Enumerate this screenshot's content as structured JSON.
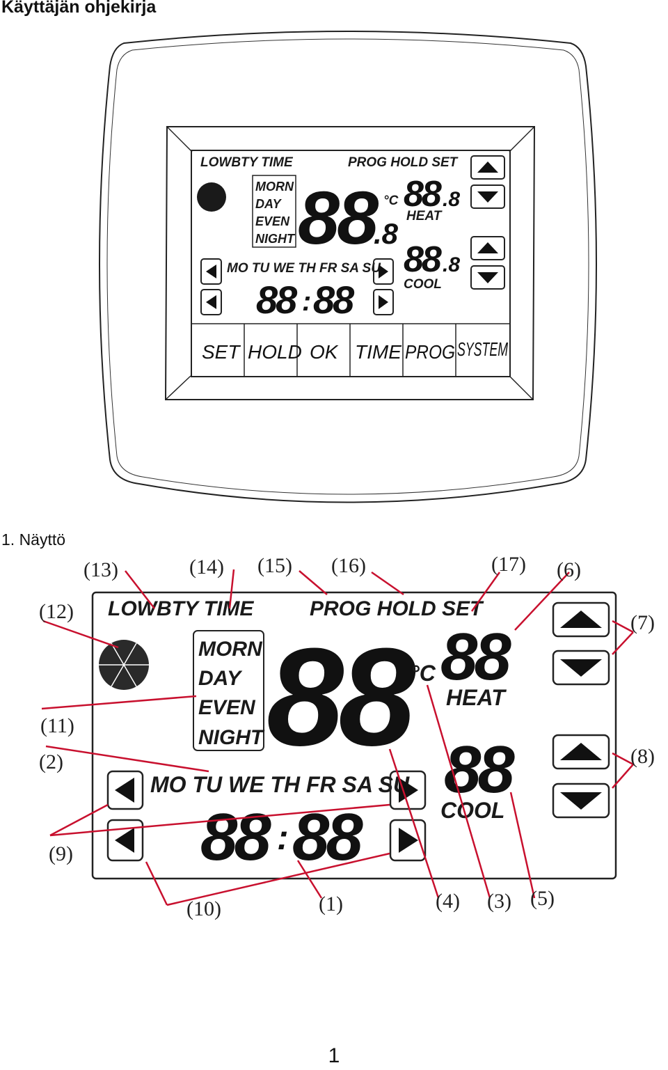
{
  "document": {
    "title": "Käyttäjän ohjekirja",
    "section_heading": "1. Näyttö",
    "page_number": "1"
  },
  "device": {
    "status_left": "LOWBTY TIME",
    "status_right": "PROG HOLD SET",
    "periods": [
      "MORN",
      "DAY",
      "EVEN",
      "NIGHT"
    ],
    "main_digits": "88",
    "main_decimal": ".8",
    "unit": "°C",
    "heat_digits": "88",
    "heat_decimal": ".8",
    "heat_label": "HEAT",
    "cool_digits": "88",
    "cool_decimal": ".8",
    "cool_label": "COOL",
    "days": "MO TU WE TH FR SA SU",
    "clock_hours": "88",
    "clock_sep": ":",
    "clock_minutes": "88",
    "buttons": [
      "SET",
      "HOLD",
      "OK",
      "TIME",
      "PROG",
      "SYSTEM"
    ]
  },
  "diagram": {
    "status_left": "LOWBTY TIME",
    "status_right": "PROG HOLD SET",
    "periods": [
      "MORN",
      "DAY",
      "EVEN",
      "NIGHT"
    ],
    "main_digits": "88",
    "unit": "°C",
    "heat_digits": "88",
    "heat_label": "HEAT",
    "cool_digits": "88",
    "cool_label": "COOL",
    "days": "MO TU WE TH FR SA SU",
    "clock_hours": "88",
    "clock_sep": ":",
    "clock_minutes": "88",
    "callouts": {
      "c1": "(1)",
      "c2": "(2)",
      "c3": "(3)",
      "c4": "(4)",
      "c5": "(5)",
      "c6": "(6)",
      "c7": "(7)",
      "c8": "(8)",
      "c9": "(9)",
      "c10": "(10)",
      "c11": "(11)",
      "c12": "(12)",
      "c13": "(13)",
      "c14": "(14)",
      "c15": "(15)",
      "c16": "(16)",
      "c17": "(17)"
    }
  },
  "icons": [
    "up-arrow-icon",
    "down-arrow-icon",
    "left-arrow-icon",
    "right-arrow-icon",
    "battery-dot-icon"
  ]
}
